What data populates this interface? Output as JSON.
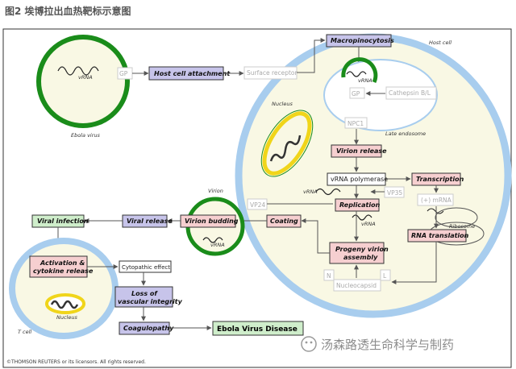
{
  "caption": "图2 埃博拉出血热靶标示意图",
  "labels": {
    "ebola_virus": "Ebola virus",
    "vrna": "vRNA",
    "gp": "GP",
    "host_cell_attachment": "Host cell attachment",
    "surface_receptor": "Surface receptor",
    "macropinocytosis": "Macropinocytosis",
    "host_cell": "Host cell",
    "nucleus": "Nucleus",
    "cathepsin": "Cathepsin B/L",
    "npc1": "NPC1",
    "late_endosome": "Late endosome",
    "virion_release": "Virion release",
    "vrna_polymerase": "vRNA polymerase",
    "transcription": "Transcription",
    "vp35": "VP35",
    "plus_mrna": "(+) mRNA",
    "ribosome": "Ribosome",
    "replication": "Replication",
    "vp24": "VP24",
    "virion": "Virion",
    "virion_budding": "Virion budding",
    "coating": "Coating",
    "viral_release": "Viral release",
    "viral_infection": "Viral infection",
    "rna_translation": "RNA translation",
    "progeny_virion_assembly_1": "Progeny virion",
    "progeny_virion_assembly_2": "assembly",
    "n": "N",
    "l": "L",
    "nucleocapsid": "Nucleocapsid",
    "activation_1": "Activation &",
    "activation_2": "cytokine release",
    "cytopathic_effect": "Cytopathic effect",
    "loss_1": "Loss of",
    "loss_2": "vascular integrity",
    "coagulopathy": "Coagulopathy",
    "t_cell": "T cell",
    "ebola_virus_disease": "Ebola Virus Disease"
  },
  "copyright": "©THOMSON REUTERS  or its licensors. All rights reserved.",
  "watermark": "汤森路透生命科学与制药",
  "colors": {
    "lavender_box": "#c7c4ea",
    "pink_box": "#f6cfd0",
    "green_box": "#cfeecb",
    "host_cell_fill": "#f9f8e4",
    "cell_border": "#a8cdee",
    "virus_green": "#1a8c1a"
  }
}
